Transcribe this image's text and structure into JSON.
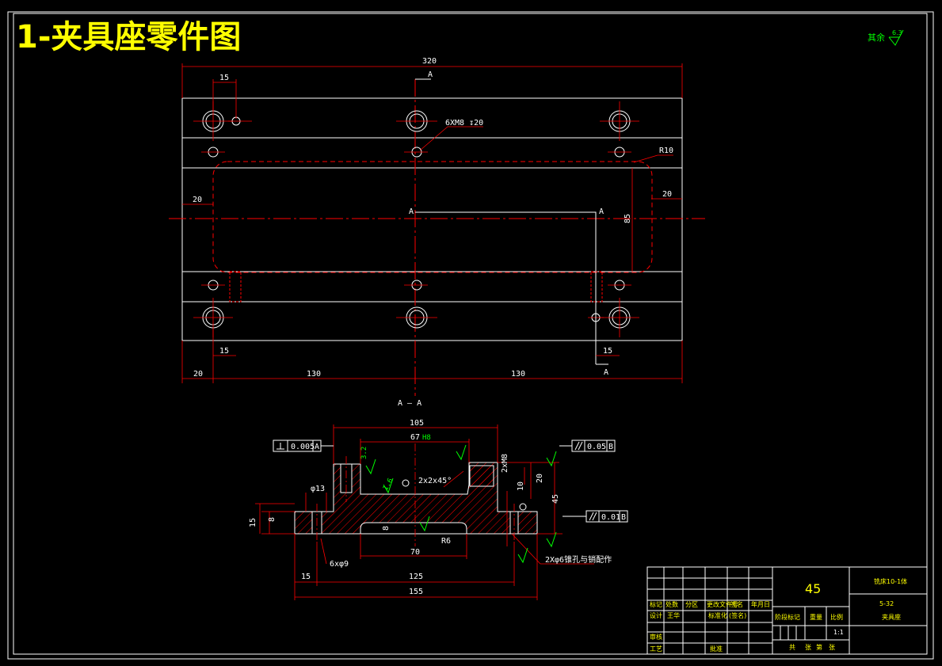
{
  "title": "1-夹具座零件图",
  "roughness_note": "其余",
  "roughness_value": "6.3",
  "top_view": {
    "overall_width": "320",
    "edge_offset_top": "15",
    "edge_offset_bottom_left": "15",
    "edge_offset_bottom_right": "15",
    "left_margin": "20",
    "right_margin": "20",
    "bottom_left": "20",
    "span_left": "130",
    "span_right": "130",
    "thread_note": "6XM8 ↧20",
    "radius_note": "R10",
    "height_85": "85",
    "section_mark": "A",
    "section_title": "A — A"
  },
  "section_view": {
    "top_width": "105",
    "slot_width": "67",
    "slot_note": "H8",
    "chamfer": "2x2x45°",
    "thread_side": "2xM8",
    "dim_20": "20",
    "dim_10": "10",
    "dim_45": "45",
    "dim_15_left": "15",
    "dim_8_left": "8",
    "dim_8_mid": "8",
    "dia_13": "φ13",
    "holes_9": "6xφ9",
    "dim_70": "70",
    "radius_6": "R6",
    "dim_15_bottom": "15",
    "dim_125": "125",
    "dim_155": "155",
    "pin_note": "2Xφ6锥孔与销配作",
    "tol_perp": "0.005",
    "tol_perp_ref": "A",
    "tol_par1": "0.05",
    "tol_par1_ref": "B",
    "tol_par2": "0.01",
    "tol_par2_ref": "B",
    "datum_A": "A",
    "datum_B": "B",
    "rough_32": "3.2",
    "rough_16": "1.6"
  },
  "title_block": {
    "material": "45",
    "series": "铣床10-1体",
    "drawing_no": "5-32",
    "part_name": "夹具座",
    "scale": "1:1",
    "headers": [
      "标记",
      "处数",
      "分区",
      "更改文件号",
      "签名",
      "年月日"
    ],
    "row2": [
      "设计",
      "王华",
      "",
      "标准化",
      "(签名)",
      ""
    ],
    "row3": [
      "审核",
      "",
      "",
      "",
      "",
      ""
    ],
    "row4": [
      "工艺",
      "",
      "",
      "批准",
      "",
      ""
    ],
    "stage_labels": [
      "阶段标记",
      "重量",
      "比例"
    ],
    "sheet": [
      "共",
      "张",
      "第",
      "张"
    ]
  },
  "colors": {
    "outline": "#ffffff",
    "center": "#ff0000",
    "dimension_text": "#ffffff",
    "annotation": "#00ff00",
    "title": "#ffff00",
    "hatch": "#ff0000"
  }
}
